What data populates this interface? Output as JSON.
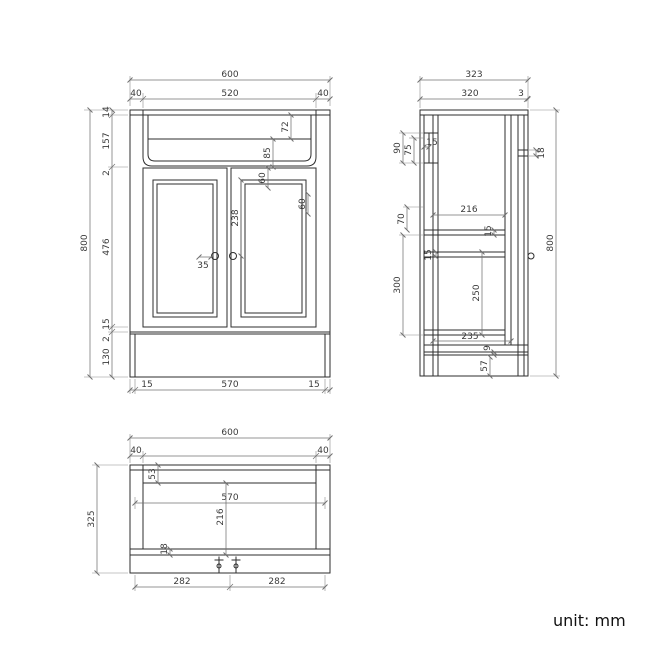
{
  "footer": {
    "unit_label": "unit: mm"
  },
  "front_view": {
    "width_total": "600",
    "width_segments": [
      "40",
      "520",
      "40"
    ],
    "height_total": "800",
    "height_segments": [
      "14",
      "157",
      "2",
      "476",
      "15",
      "2",
      "130"
    ],
    "basin_dims": [
      "72",
      "85"
    ],
    "door_dims": [
      "60",
      "60",
      "238",
      "35"
    ],
    "bottom_segments": [
      "15",
      "570",
      "15"
    ]
  },
  "side_view": {
    "depth_total": "323",
    "depth_segments": [
      "320",
      "3"
    ],
    "height_total": "800",
    "top_edge_dim": "18",
    "back_dims": [
      "90",
      "75",
      "15",
      "70",
      "15",
      "300"
    ],
    "inner_dims": [
      "216",
      "15",
      "250",
      "235",
      "9",
      "57"
    ]
  },
  "plan_view": {
    "width_total": "600",
    "width_segments": [
      "40",
      "40"
    ],
    "depth_total": "325",
    "inner_dims": [
      "53",
      "570",
      "216",
      "18"
    ],
    "bottom_segments": [
      "282",
      "282"
    ]
  }
}
